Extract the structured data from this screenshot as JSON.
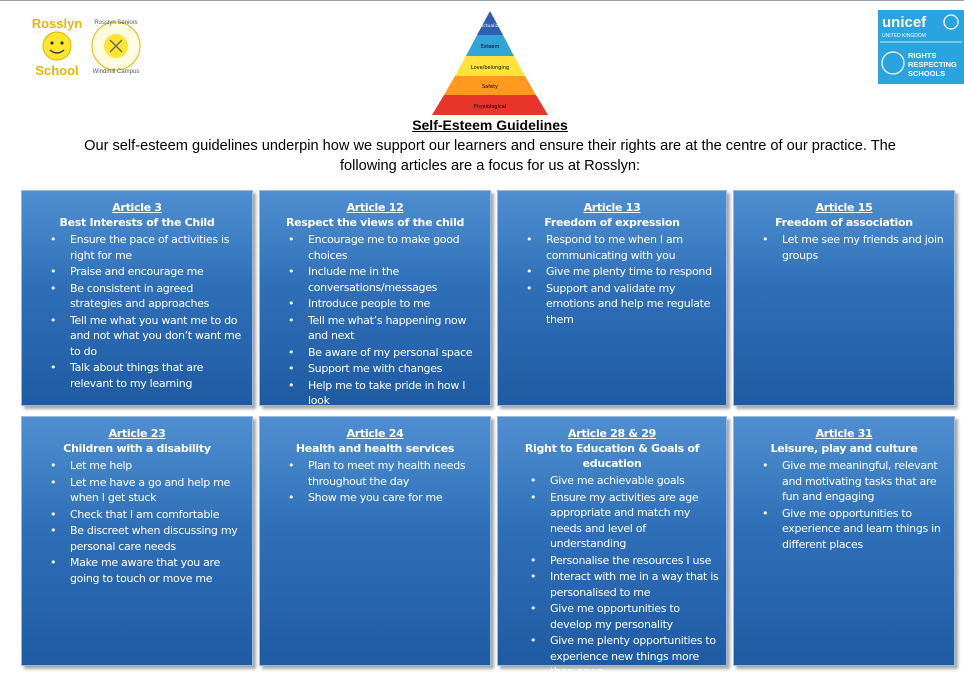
{
  "header": {
    "rosslyn_logo": {
      "text_top": "Rosslyn",
      "text_bottom": "School"
    },
    "seniors_logo": {
      "text_top": "Rosslyn Seniors",
      "text_bottom": "Windmill Campus"
    },
    "pyramid_levels": [
      "Self actualization",
      "Esteem",
      "Love/belonging",
      "Safety",
      "Physiological"
    ],
    "pyramid_colors": [
      "#2f5fb3",
      "#33a4d8",
      "#ffe23a",
      "#ff9a1f",
      "#e8352b"
    ],
    "unicef": {
      "name": "unicef",
      "sub": "UNITED KINGDOM",
      "rights": [
        "RIGHTS",
        "RESPECTING",
        "SCHOOLS"
      ]
    }
  },
  "title": "Self-Esteem Guidelines",
  "intro": "Our self-esteem guidelines underpin how we support our learners and ensure their rights are at the centre of our practice. The following articles are a focus for us at Rosslyn:",
  "cards": [
    {
      "article": "Article 3",
      "heading": "Best Interests of the Child",
      "items": [
        "Ensure the pace of activities is right for me",
        "Praise and encourage me",
        "Be consistent in agreed strategies and approaches",
        "Tell me what you want me to do and not what you don’t want me to do",
        "Talk about things that are relevant to my learning"
      ]
    },
    {
      "article": "Article 12",
      "heading": "Respect the views of the child",
      "items": [
        "Encourage me to make good choices",
        "Include me in the conversations/messages",
        "Introduce people to me",
        "Tell me what’s happening now and next",
        "Be aware of my personal space",
        "Support me with changes",
        "Help me to take pride in how I look"
      ]
    },
    {
      "article": "Article 13",
      "heading": "Freedom of expression",
      "items": [
        "Respond to me when I am communicating with you",
        "Give me plenty time to respond",
        "Support and validate my emotions and help me regulate them"
      ]
    },
    {
      "article": "Article 15",
      "heading": "Freedom of association",
      "items": [
        "Let me see my friends and join groups"
      ]
    },
    {
      "article": "Article 23",
      "heading": "Children with a disability",
      "items": [
        "Let me help",
        "Let me have a go and help me when I get stuck",
        "Check that I am comfortable",
        "Be discreet when discussing my personal care needs",
        "Make me aware that you are going to touch or move me"
      ]
    },
    {
      "article": "Article 24",
      "heading": "Health and health services",
      "items": [
        "Plan to meet my health needs throughout the day",
        "Show me you care for me"
      ]
    },
    {
      "article": "Article 28 & 29",
      "heading": "Right to Education & Goals of education",
      "items": [
        "Give me achievable goals",
        "Ensure my activities are age appropriate and match my needs and level of understanding",
        "Personalise the resources I use",
        "Interact with me in a way that is personalised to me",
        "Give me opportunities to develop my personality",
        "Give me plenty opportunities to experience new things more than once"
      ]
    },
    {
      "article": "Article 31",
      "heading": "Leisure, play and culture",
      "items": [
        "Give me meaningful, relevant and motivating tasks that are fun and engaging",
        "Give me opportunities to experience and learn things in different places"
      ]
    }
  ]
}
